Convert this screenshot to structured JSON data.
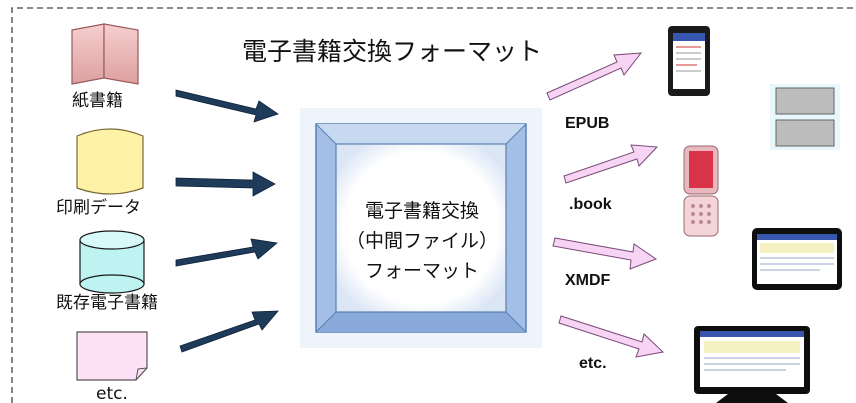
{
  "title": "電子書籍交換フォーマット",
  "sources": [
    {
      "label": "紙書籍",
      "icon": "open-book-icon"
    },
    {
      "label": "印刷データ",
      "icon": "document-icon"
    },
    {
      "label": "既存電子書籍",
      "icon": "database-cylinder-icon"
    },
    {
      "label": "etc.",
      "icon": "page-icon"
    }
  ],
  "center": {
    "lines": [
      "電子書籍交換",
      "（中間ファイル）",
      "フォーマット"
    ]
  },
  "formats": [
    "EPUB",
    ".book",
    "XMDF",
    "etc."
  ],
  "devices": [
    "tablet-icon",
    "screen-panels-icon",
    "flip-phone-icon",
    "laptop-screen-icon",
    "monitor-icon"
  ],
  "colors": {
    "source_arrow": "#1f3b5a",
    "output_arrow": "#f7d4f3",
    "frame": "#a3bfe6"
  }
}
